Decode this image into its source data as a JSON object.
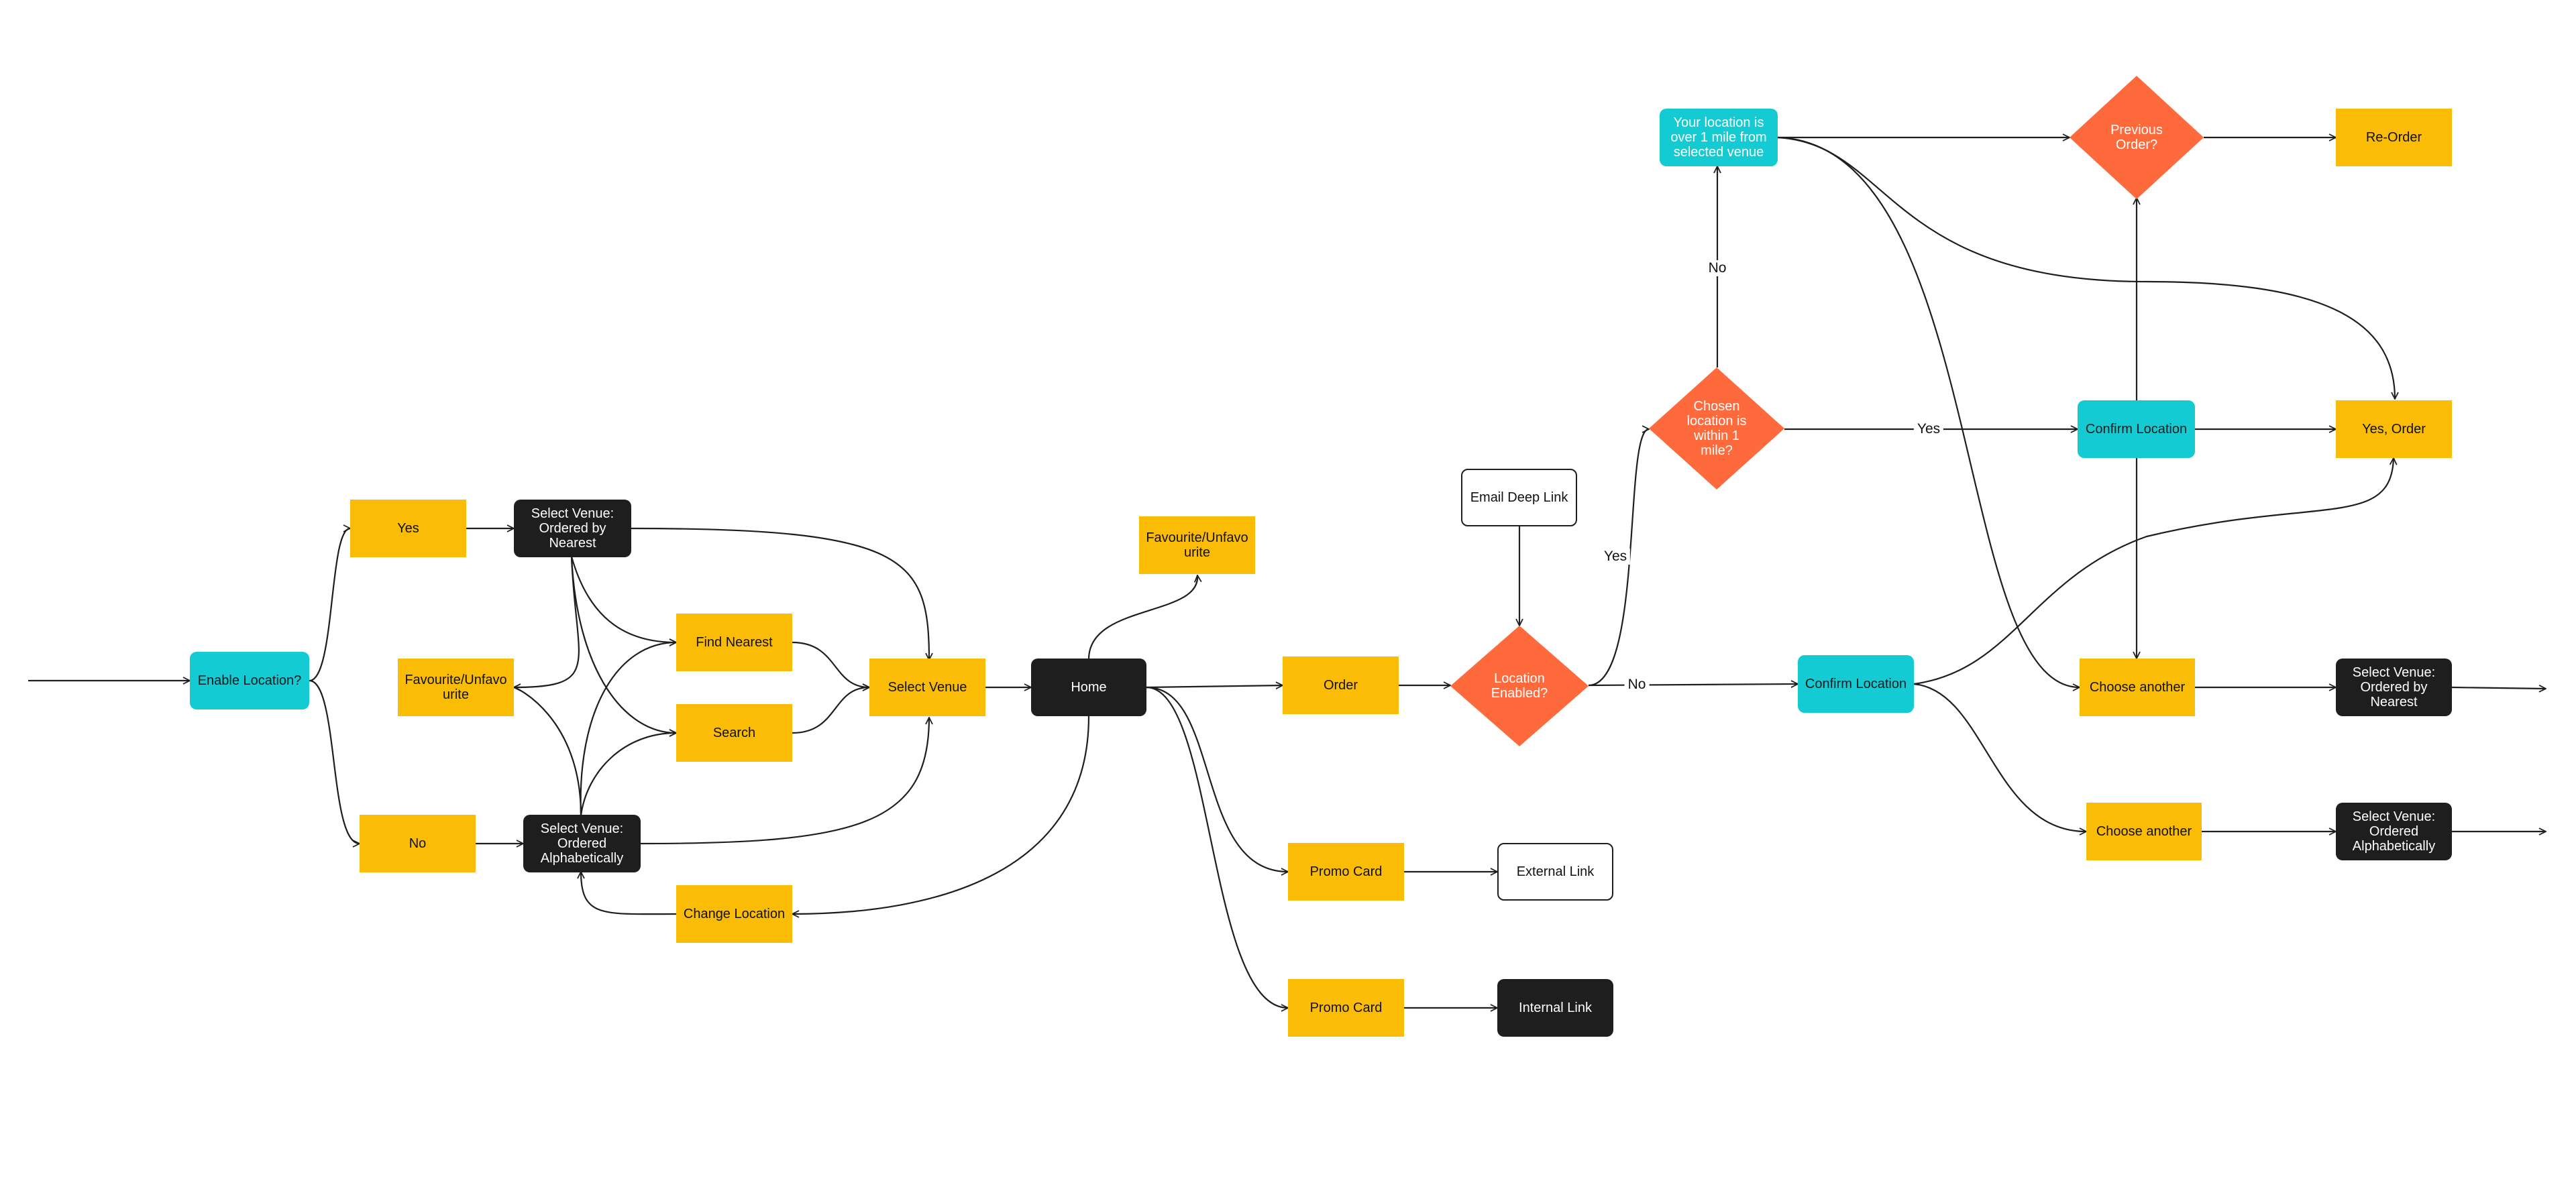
{
  "colors": {
    "process": "#fbbc05",
    "dark": "#1e1e1e",
    "cyan": "#14cad3",
    "decision": "#ff6a3d",
    "edge": "#1e1e1e"
  },
  "nodes": {
    "enable_location": "Enable Location?",
    "yes_1": "Yes",
    "no_1": "No",
    "select_venue_nearest_1": "Select Venue: Ordered by Nearest",
    "select_venue_alpha_1": "Select Venue: Ordered Alphabetically",
    "favourite_left": "Favourite/Unfavourite",
    "find_nearest": "Find Nearest",
    "search": "Search",
    "change_location": "Change Location",
    "select_venue": "Select Venue",
    "home": "Home",
    "favourite_top": "Favourite/Unfavourite",
    "order": "Order",
    "promo_card_1": "Promo Card",
    "promo_card_2": "Promo Card",
    "external_link": "External Link",
    "internal_link": "Internal Link",
    "email_deep_link": "Email Deep Link",
    "location_enabled": "Location Enabled?",
    "chosen_within_mile": "Chosen location is within 1 mile?",
    "over_one_mile": "Your location is over 1 mile from selected venue",
    "previous_order": "Previous Order?",
    "re_order": "Re-Order",
    "confirm_location_top": "Confirm Location",
    "yes_order": "Yes, Order",
    "confirm_location_mid": "Confirm Location",
    "choose_another_1": "Choose another",
    "choose_another_2": "Choose another",
    "select_venue_nearest_2": "Select Venue: Ordered by Nearest",
    "select_venue_alpha_2": "Select Venue: Ordered Alphabetically"
  },
  "edge_labels": {
    "no_to_over_mile": "No",
    "yes_to_chosen": "Yes",
    "no_to_confirm": "No",
    "yes_to_confirm": "Yes"
  }
}
